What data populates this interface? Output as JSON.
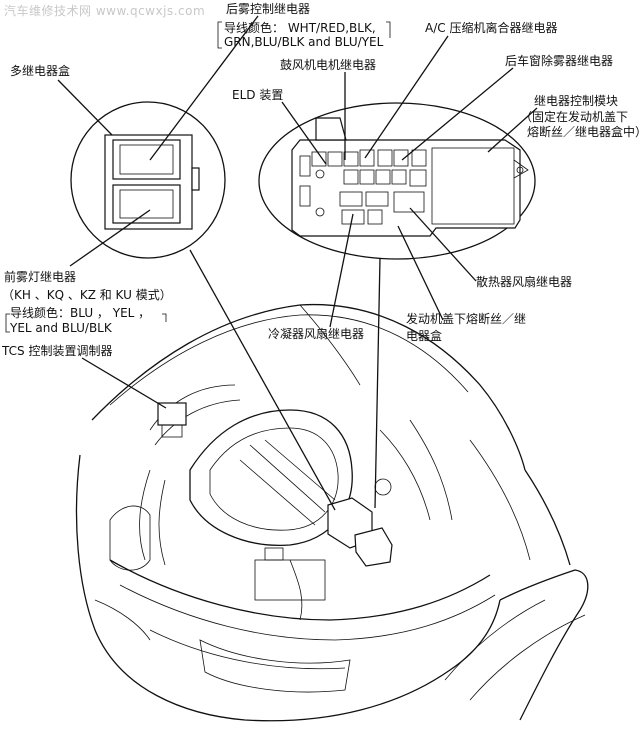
{
  "watermark": "汽车维修技术网 www.qcwxjs.com",
  "labels": {
    "rear_fog_relay": "后雾控制继电器",
    "wire_colors_a_1": "导线颜色：  WHT/RED,BLK,",
    "wire_colors_a_2": "GRN,BLU/BLK and BLU/YEL",
    "multi_relay_box": "多继电器盒",
    "blower_relay": "鼓风机电机继电器",
    "eld": "ELD 装置",
    "ac_clutch_relay": "A/C 压缩机离合器继电器",
    "rear_defog_relay": "后车窗除雾器继电器",
    "relay_control_module": "继电器控制模块",
    "relay_control_module_note_1": "（固定在发动机盖下",
    "relay_control_module_note_2": "熔断丝／继电器盒中）",
    "front_fog_relay": "前雾灯继电器",
    "front_fog_models": "（KH 、KQ 、KZ 和 KU 模式）",
    "wire_colors_b_1": "导线颜色：BLU ，  YEL ，",
    "wire_colors_b_2": "YEL and BLU/BLK",
    "condenser_fan_relay": "冷凝器风扇继电器",
    "radiator_fan_relay": "散热器风扇继电器",
    "underhood_box_1": "发动机盖下熔断丝／继",
    "underhood_box_2": "电器盒",
    "tcs_modulator": "TCS 控制装置调制器"
  }
}
